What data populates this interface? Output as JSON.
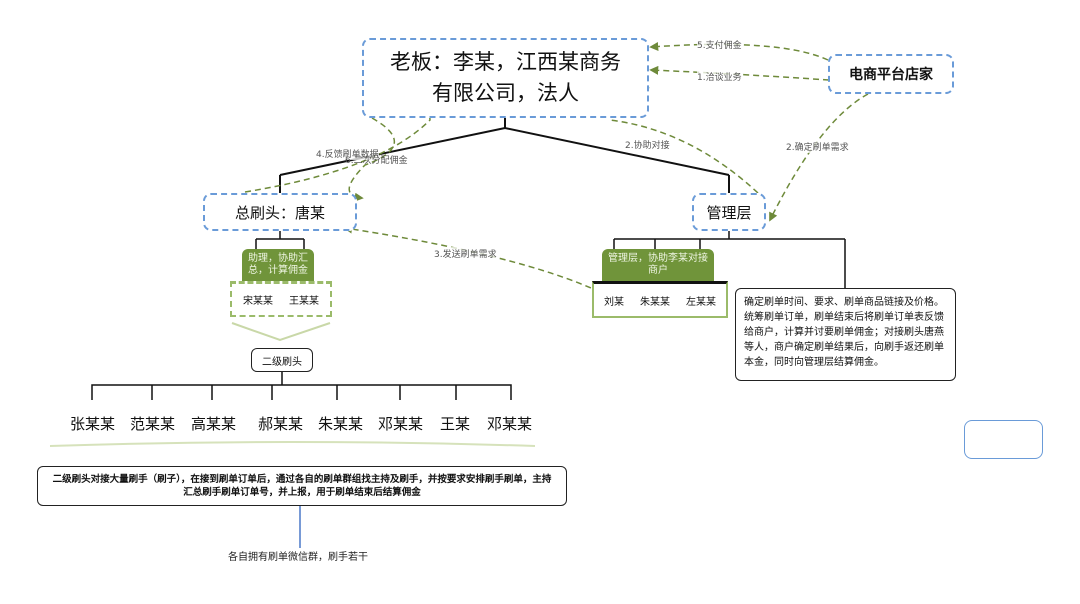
{
  "boss": {
    "line1": "老板：李某，江西某商务",
    "line2": "有限公司，法人"
  },
  "platform": {
    "label": "电商平台店家"
  },
  "chief": {
    "label": "总刷头：唐某"
  },
  "management": {
    "label": "管理层"
  },
  "assistant_role": "助理，协助汇总，计算佣金",
  "assistant_members": [
    "宋某某",
    "王某某"
  ],
  "management_role": "管理层，协助李某对接商户",
  "management_members": [
    "刘某",
    "朱某某",
    "左某某"
  ],
  "management_note": "确定刷单时间、要求、刷单商品链接及价格。统筹刷单订单，刷单结束后将刷单订单表反馈给商户，计算并讨要刷单佣金；对接刷头唐燕等人，商户确定刷单结果后，向刷手返还刷单本金，同时向管理层结算佣金。",
  "secondary_label": "二级刷头",
  "secondary_brushers": [
    "张某某",
    "范某某",
    "高某某",
    "郝某某",
    "朱某某",
    "邓某某",
    "王某",
    "邓某某"
  ],
  "bottom_note": "二级刷头对接大量刷手（刷子），在接到刷单订单后，通过各自的刷单群组找主持及刷手，并按要求安排刷手刷单，主持汇总刷手刷单订单号，并上报，用于刷单结束后结算佣金",
  "wechat_caption": "各自拥有刷单微信群，刷手若干",
  "flows": {
    "f1": "1.洽谈业务",
    "f2": "2.确定刷单需求",
    "f2b": "2.协助对接",
    "f3": "3.发送刷单需求",
    "f4": "4.反馈刷单数据",
    "f5": "5.支付佣金",
    "f6": "6.二次分配佣金"
  },
  "colors": {
    "dashed_border": "#6a9bd8",
    "green_fill": "#70943a",
    "green_line": "#9bbb6a",
    "flow_arrow": "#6e8a3a"
  }
}
